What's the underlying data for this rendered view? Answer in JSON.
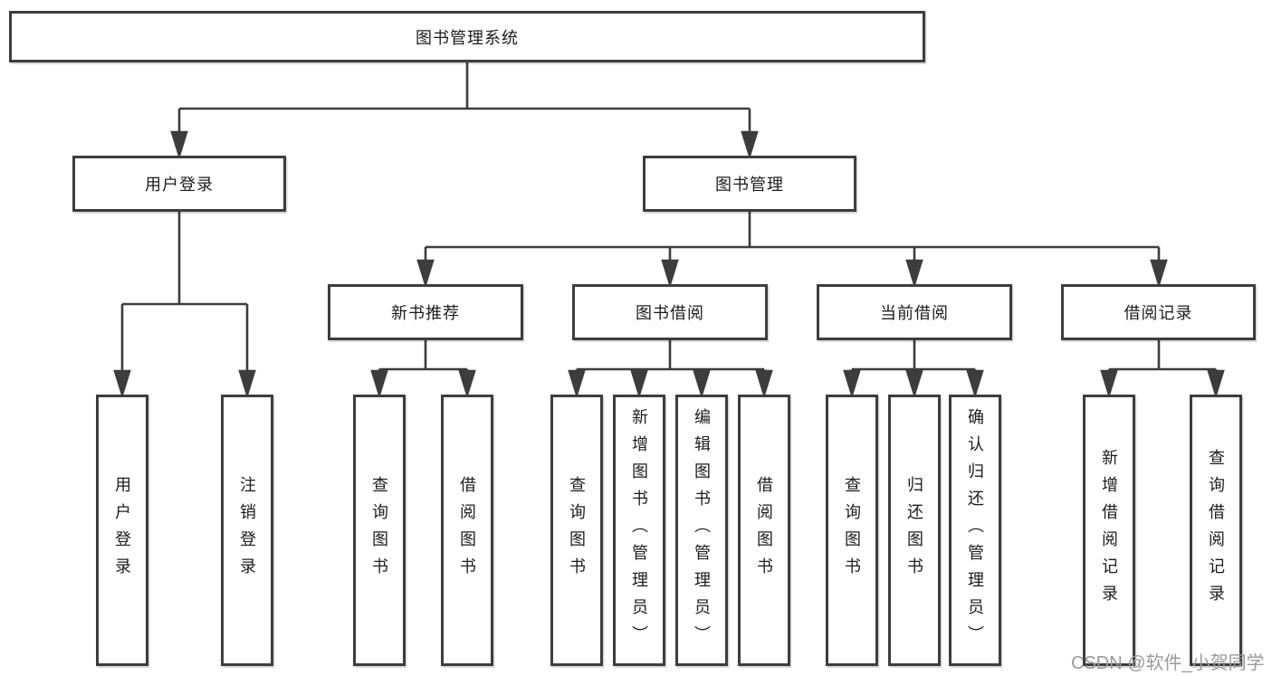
{
  "diagram_title": "图书管理系统",
  "nodes": {
    "root": {
      "label": "图书管理系统",
      "children": [
        "user_login",
        "book_mgmt"
      ]
    },
    "user_login": {
      "label": "用户登录",
      "children": [
        "leaf_user_login",
        "leaf_logout"
      ]
    },
    "book_mgmt": {
      "label": "图书管理",
      "children": [
        "new_book_rec",
        "book_borrow",
        "current_borrow",
        "borrow_records"
      ]
    },
    "new_book_rec": {
      "label": "新书推荐",
      "children": [
        "leaf_nbr_query",
        "leaf_nbr_borrow"
      ]
    },
    "book_borrow": {
      "label": "图书借阅",
      "children": [
        "leaf_bb_query",
        "leaf_bb_add",
        "leaf_bb_edit",
        "leaf_bb_borrow"
      ]
    },
    "current_borrow": {
      "label": "当前借阅",
      "children": [
        "leaf_cb_query",
        "leaf_cb_return",
        "leaf_cb_confirm"
      ]
    },
    "borrow_records": {
      "label": "借阅记录",
      "children": [
        "leaf_br_add",
        "leaf_br_query"
      ]
    },
    "leaf_user_login": {
      "label": "用户登录"
    },
    "leaf_logout": {
      "label": "注销登录"
    },
    "leaf_nbr_query": {
      "label": "查询图书"
    },
    "leaf_nbr_borrow": {
      "label": "借阅图书"
    },
    "leaf_bb_query": {
      "label": "查询图书"
    },
    "leaf_bb_add": {
      "label": "新增图书（管理员）"
    },
    "leaf_bb_edit": {
      "label": "编辑图书（管理员）"
    },
    "leaf_bb_borrow": {
      "label": "借阅图书"
    },
    "leaf_cb_query": {
      "label": "查询图书"
    },
    "leaf_cb_return": {
      "label": "归还图书"
    },
    "leaf_cb_confirm": {
      "label": "确认归还（管理员）"
    },
    "leaf_br_add": {
      "label": "新增借阅记录"
    },
    "leaf_br_query": {
      "label": "查询借阅记录"
    }
  },
  "watermark": {
    "text": "CSDN @软件_小贺同学"
  },
  "colors": {
    "line": "#3d3d3d",
    "box_border": "#3d3d3d",
    "text": "#1c1c1c",
    "watermark": "#9a9a9a",
    "background": "#ffffff"
  }
}
